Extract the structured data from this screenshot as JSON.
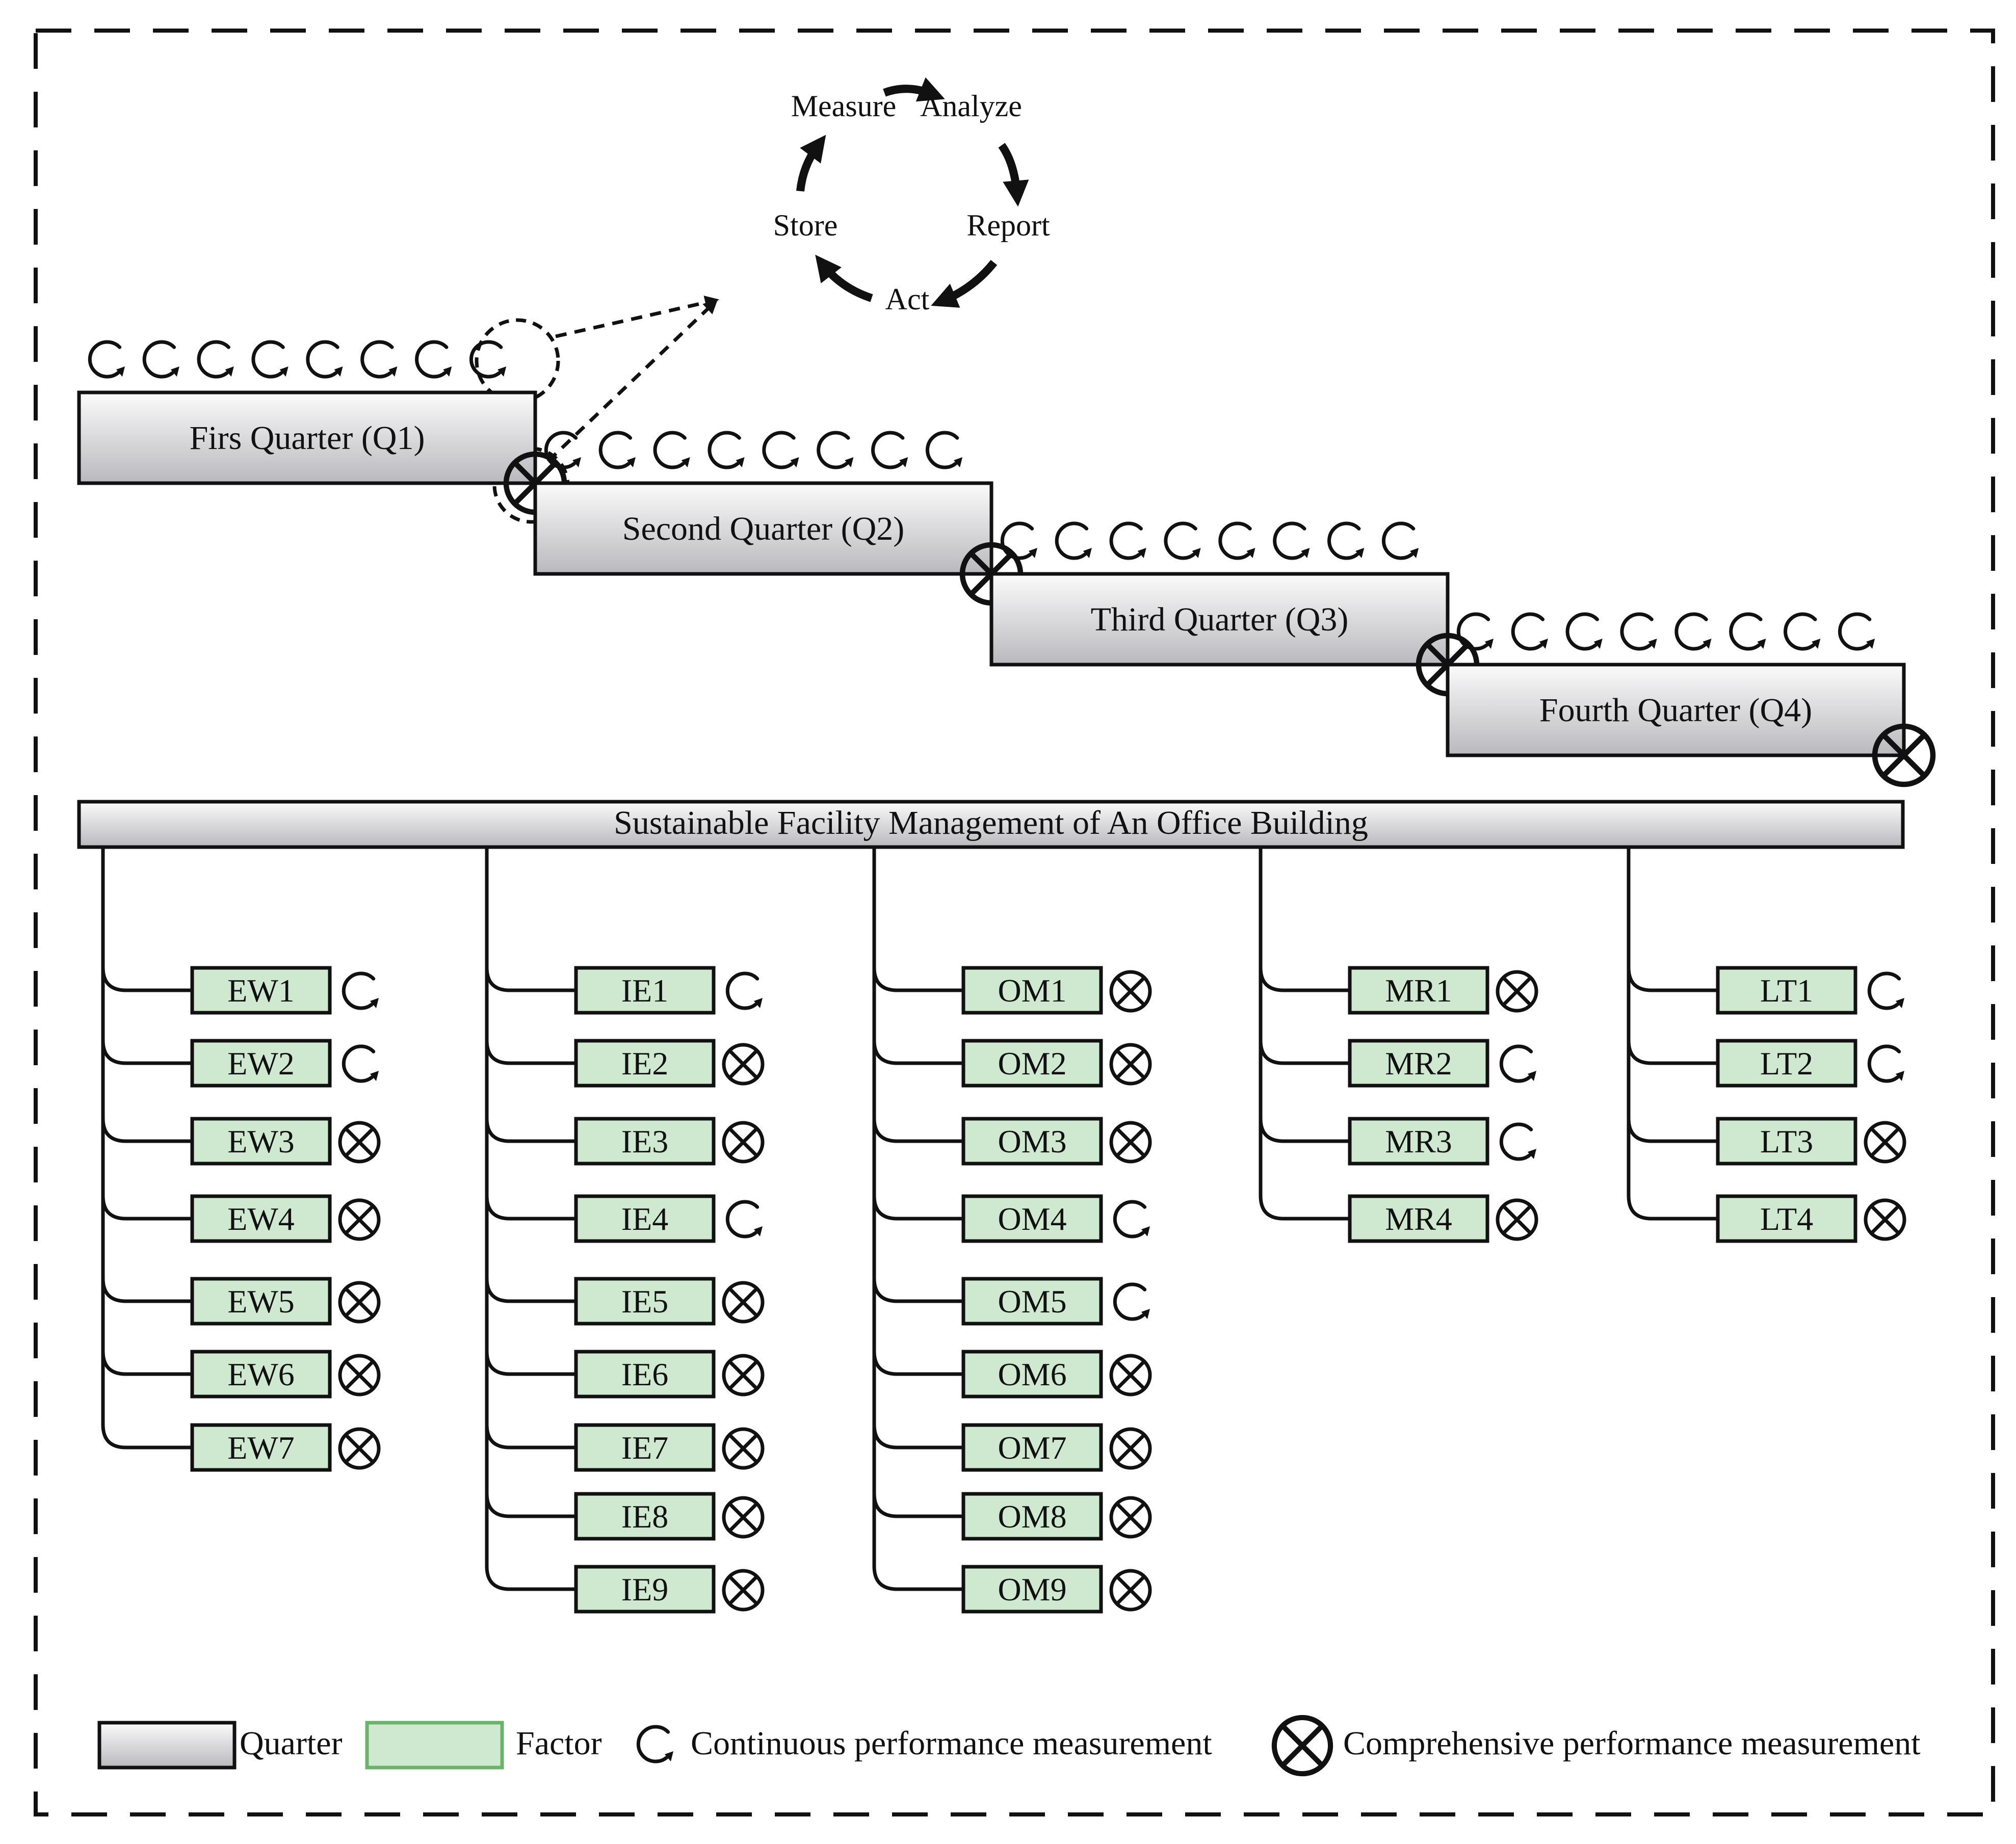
{
  "cycle": {
    "steps": [
      "Measure",
      "Analyze",
      "Report",
      "Act",
      "Store"
    ]
  },
  "quarters": [
    {
      "label": "Firs Quarter (Q1)"
    },
    {
      "label": "Second Quarter (Q2)"
    },
    {
      "label": "Third Quarter (Q3)"
    },
    {
      "label": "Fourth Quarter (Q4)"
    }
  ],
  "continuous_per_quarter": 8,
  "title": "Sustainable Facility Management of An Office Building",
  "groups": [
    {
      "factors": [
        {
          "id": "EW1",
          "measure": "continuous"
        },
        {
          "id": "EW2",
          "measure": "continuous"
        },
        {
          "id": "EW3",
          "measure": "comprehensive"
        },
        {
          "id": "EW4",
          "measure": "comprehensive"
        },
        {
          "id": "EW5",
          "measure": "comprehensive"
        },
        {
          "id": "EW6",
          "measure": "comprehensive"
        },
        {
          "id": "EW7",
          "measure": "comprehensive"
        }
      ]
    },
    {
      "factors": [
        {
          "id": "IE1",
          "measure": "continuous"
        },
        {
          "id": "IE2",
          "measure": "comprehensive"
        },
        {
          "id": "IE3",
          "measure": "comprehensive"
        },
        {
          "id": "IE4",
          "measure": "continuous"
        },
        {
          "id": "IE5",
          "measure": "comprehensive"
        },
        {
          "id": "IE6",
          "measure": "comprehensive"
        },
        {
          "id": "IE7",
          "measure": "comprehensive"
        },
        {
          "id": "IE8",
          "measure": "comprehensive"
        },
        {
          "id": "IE9",
          "measure": "comprehensive"
        }
      ]
    },
    {
      "factors": [
        {
          "id": "OM1",
          "measure": "comprehensive"
        },
        {
          "id": "OM2",
          "measure": "comprehensive"
        },
        {
          "id": "OM3",
          "measure": "comprehensive"
        },
        {
          "id": "OM4",
          "measure": "continuous"
        },
        {
          "id": "OM5",
          "measure": "continuous"
        },
        {
          "id": "OM6",
          "measure": "comprehensive"
        },
        {
          "id": "OM7",
          "measure": "comprehensive"
        },
        {
          "id": "OM8",
          "measure": "comprehensive"
        },
        {
          "id": "OM9",
          "measure": "comprehensive"
        }
      ]
    },
    {
      "factors": [
        {
          "id": "MR1",
          "measure": "comprehensive"
        },
        {
          "id": "MR2",
          "measure": "continuous"
        },
        {
          "id": "MR3",
          "measure": "continuous"
        },
        {
          "id": "MR4",
          "measure": "comprehensive"
        }
      ]
    },
    {
      "factors": [
        {
          "id": "LT1",
          "measure": "continuous"
        },
        {
          "id": "LT2",
          "measure": "continuous"
        },
        {
          "id": "LT3",
          "measure": "comprehensive"
        },
        {
          "id": "LT4",
          "measure": "comprehensive"
        }
      ]
    }
  ],
  "legend": {
    "quarter": "Quarter",
    "factor": "Factor",
    "continuous": "Continuous performance measurement",
    "comprehensive": "Comprehensive performance measurement"
  },
  "colors": {
    "factor_fill": "#cfe8d0",
    "factor_legend_border": "#6bb36b",
    "quarter_top": "#fbfbfb",
    "quarter_bottom": "#b9b9bd",
    "ink": "#111111"
  }
}
